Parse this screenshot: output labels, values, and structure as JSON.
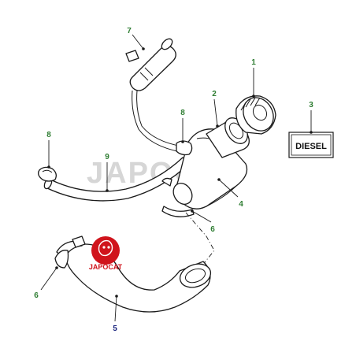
{
  "watermark": "JAPOCAT",
  "logo": {
    "text": "JAPOCAT",
    "color": "#d0141c"
  },
  "label_plate": "DIESEL",
  "colors": {
    "callout_default": "#2e7d32",
    "callout_highlight": "#1a237e",
    "line": "#1a1a1a"
  },
  "callouts": [
    {
      "id": "c1",
      "text": "1"
    },
    {
      "id": "c2",
      "text": "2"
    },
    {
      "id": "c3",
      "text": "3"
    },
    {
      "id": "c4",
      "text": "4"
    },
    {
      "id": "c5",
      "text": "5"
    },
    {
      "id": "c6a",
      "text": "6"
    },
    {
      "id": "c6b",
      "text": "6"
    },
    {
      "id": "c7",
      "text": "7"
    },
    {
      "id": "c8a",
      "text": "8"
    },
    {
      "id": "c8b",
      "text": "8"
    },
    {
      "id": "c9",
      "text": "9"
    }
  ]
}
